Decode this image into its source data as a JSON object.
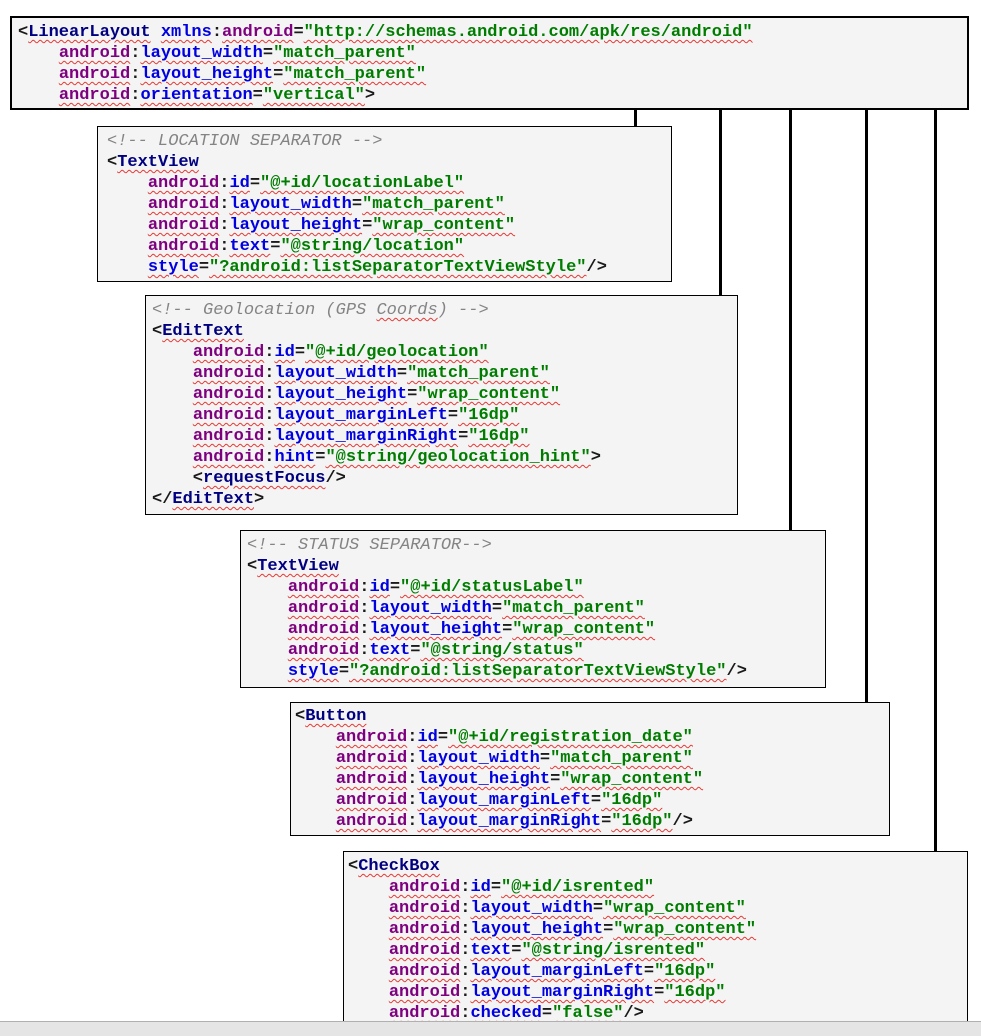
{
  "figure": {
    "colors": {
      "tag": "#000080",
      "namespace_prefix": "#7F007F",
      "attribute_name": "#0000E0",
      "attribute_value": "#007D00",
      "punctuation": "#1A1A1A",
      "comment": "#848484",
      "squiggle": "#E53935",
      "box_background": "#F4F4F4",
      "box_border": "#000000",
      "connector": "#000000",
      "page_background": "#FFFFFF",
      "bottom_strip": "#E5E5E5"
    },
    "boxes": [
      {
        "name": "LinearLayout",
        "lines": [
          [
            [
              "p",
              "<"
            ],
            [
              "t",
              "LinearLayout"
            ],
            [
              "p",
              " "
            ],
            [
              "a",
              "xmlns"
            ],
            [
              "p",
              ":"
            ],
            [
              "n",
              "android"
            ],
            [
              "p",
              "="
            ],
            [
              "v",
              "\"http://schemas.android.com/apk/res/android\""
            ]
          ],
          [
            [
              "p",
              "    "
            ],
            [
              "n",
              "android"
            ],
            [
              "p",
              ":"
            ],
            [
              "a",
              "layout_width"
            ],
            [
              "p",
              "="
            ],
            [
              "v",
              "\"match_parent\""
            ]
          ],
          [
            [
              "p",
              "    "
            ],
            [
              "n",
              "android"
            ],
            [
              "p",
              ":"
            ],
            [
              "a",
              "layout_height"
            ],
            [
              "p",
              "="
            ],
            [
              "v",
              "\"match_parent\""
            ]
          ],
          [
            [
              "p",
              "    "
            ],
            [
              "n",
              "android"
            ],
            [
              "p",
              ":"
            ],
            [
              "a",
              "orientation"
            ],
            [
              "p",
              "="
            ],
            [
              "v",
              "\"vertical\""
            ],
            [
              "p",
              ">"
            ]
          ]
        ]
      },
      {
        "name": "TextView locationLabel",
        "lines": [
          [
            [
              "c",
              "<!-- LOCATION SEPARATOR -->"
            ]
          ],
          [
            [
              "p",
              "<"
            ],
            [
              "t",
              "TextView"
            ]
          ],
          [
            [
              "p",
              "    "
            ],
            [
              "n",
              "android"
            ],
            [
              "p",
              ":"
            ],
            [
              "a",
              "id"
            ],
            [
              "p",
              "="
            ],
            [
              "v",
              "\"@+id/locationLabel\""
            ]
          ],
          [
            [
              "p",
              "    "
            ],
            [
              "n",
              "android"
            ],
            [
              "p",
              ":"
            ],
            [
              "a",
              "layout_width"
            ],
            [
              "p",
              "="
            ],
            [
              "v",
              "\"match_parent\""
            ]
          ],
          [
            [
              "p",
              "    "
            ],
            [
              "n",
              "android"
            ],
            [
              "p",
              ":"
            ],
            [
              "a",
              "layout_height"
            ],
            [
              "p",
              "="
            ],
            [
              "v",
              "\"wrap_content\""
            ]
          ],
          [
            [
              "p",
              "    "
            ],
            [
              "n",
              "android"
            ],
            [
              "p",
              ":"
            ],
            [
              "a",
              "text"
            ],
            [
              "p",
              "="
            ],
            [
              "v",
              "\"@string/location\""
            ]
          ],
          [
            [
              "p",
              "    "
            ],
            [
              "a",
              "style"
            ],
            [
              "p",
              "="
            ],
            [
              "v",
              "\"?android:listSeparatorTextViewStyle\""
            ],
            [
              "p",
              "/>"
            ]
          ]
        ]
      },
      {
        "name": "EditText geolocation",
        "lines": [
          [
            [
              "c",
              "<!-- Geolocation (GPS "
            ],
            [
              "cw",
              "Coords"
            ],
            [
              "c",
              ") -->"
            ]
          ],
          [
            [
              "p",
              "<"
            ],
            [
              "t",
              "EditText"
            ]
          ],
          [
            [
              "p",
              "    "
            ],
            [
              "n",
              "android"
            ],
            [
              "p",
              ":"
            ],
            [
              "a",
              "id"
            ],
            [
              "p",
              "="
            ],
            [
              "v",
              "\"@+id/geolocation\""
            ]
          ],
          [
            [
              "p",
              "    "
            ],
            [
              "n",
              "android"
            ],
            [
              "p",
              ":"
            ],
            [
              "a",
              "layout_width"
            ],
            [
              "p",
              "="
            ],
            [
              "v",
              "\"match_parent\""
            ]
          ],
          [
            [
              "p",
              "    "
            ],
            [
              "n",
              "android"
            ],
            [
              "p",
              ":"
            ],
            [
              "a",
              "layout_height"
            ],
            [
              "p",
              "="
            ],
            [
              "v",
              "\"wrap_content\""
            ]
          ],
          [
            [
              "p",
              "    "
            ],
            [
              "n",
              "android"
            ],
            [
              "p",
              ":"
            ],
            [
              "a",
              "layout_marginLeft"
            ],
            [
              "p",
              "="
            ],
            [
              "v",
              "\"16dp\""
            ]
          ],
          [
            [
              "p",
              "    "
            ],
            [
              "n",
              "android"
            ],
            [
              "p",
              ":"
            ],
            [
              "a",
              "layout_marginRight"
            ],
            [
              "p",
              "="
            ],
            [
              "v",
              "\"16dp\""
            ]
          ],
          [
            [
              "p",
              "    "
            ],
            [
              "n",
              "android"
            ],
            [
              "p",
              ":"
            ],
            [
              "a",
              "hint"
            ],
            [
              "p",
              "="
            ],
            [
              "v",
              "\"@string/geolocation_hint\""
            ],
            [
              "p",
              ">"
            ]
          ],
          [
            [
              "p",
              "    <"
            ],
            [
              "t",
              "requestFocus"
            ],
            [
              "p",
              "/>"
            ]
          ],
          [
            [
              "p",
              "</"
            ],
            [
              "t",
              "EditText"
            ],
            [
              "p",
              ">"
            ]
          ]
        ]
      },
      {
        "name": "TextView statusLabel",
        "lines": [
          [
            [
              "c",
              "<!-- STATUS SEPARATOR-->"
            ]
          ],
          [
            [
              "p",
              "<"
            ],
            [
              "t",
              "TextView"
            ]
          ],
          [
            [
              "p",
              "    "
            ],
            [
              "n",
              "android"
            ],
            [
              "p",
              ":"
            ],
            [
              "a",
              "id"
            ],
            [
              "p",
              "="
            ],
            [
              "v",
              "\"@+id/statusLabel\""
            ]
          ],
          [
            [
              "p",
              "    "
            ],
            [
              "n",
              "android"
            ],
            [
              "p",
              ":"
            ],
            [
              "a",
              "layout_width"
            ],
            [
              "p",
              "="
            ],
            [
              "v",
              "\"match_parent\""
            ]
          ],
          [
            [
              "p",
              "    "
            ],
            [
              "n",
              "android"
            ],
            [
              "p",
              ":"
            ],
            [
              "a",
              "layout_height"
            ],
            [
              "p",
              "="
            ],
            [
              "v",
              "\"wrap_content\""
            ]
          ],
          [
            [
              "p",
              "    "
            ],
            [
              "n",
              "android"
            ],
            [
              "p",
              ":"
            ],
            [
              "a",
              "text"
            ],
            [
              "p",
              "="
            ],
            [
              "v",
              "\"@string/status\""
            ]
          ],
          [
            [
              "p",
              "    "
            ],
            [
              "a",
              "style"
            ],
            [
              "p",
              "="
            ],
            [
              "v",
              "\"?android:listSeparatorTextViewStyle\""
            ],
            [
              "p",
              "/>"
            ]
          ]
        ]
      },
      {
        "name": "Button registration_date",
        "lines": [
          [
            [
              "p",
              "<"
            ],
            [
              "t",
              "Button"
            ]
          ],
          [
            [
              "p",
              "    "
            ],
            [
              "n",
              "android"
            ],
            [
              "p",
              ":"
            ],
            [
              "a",
              "id"
            ],
            [
              "p",
              "="
            ],
            [
              "v",
              "\"@+id/registration_date\""
            ]
          ],
          [
            [
              "p",
              "    "
            ],
            [
              "n",
              "android"
            ],
            [
              "p",
              ":"
            ],
            [
              "a",
              "layout_width"
            ],
            [
              "p",
              "="
            ],
            [
              "v",
              "\"match_parent\""
            ]
          ],
          [
            [
              "p",
              "    "
            ],
            [
              "n",
              "android"
            ],
            [
              "p",
              ":"
            ],
            [
              "a",
              "layout_height"
            ],
            [
              "p",
              "="
            ],
            [
              "v",
              "\"wrap_content\""
            ]
          ],
          [
            [
              "p",
              "    "
            ],
            [
              "n",
              "android"
            ],
            [
              "p",
              ":"
            ],
            [
              "a",
              "layout_marginLeft"
            ],
            [
              "p",
              "="
            ],
            [
              "v",
              "\"16dp\""
            ]
          ],
          [
            [
              "p",
              "    "
            ],
            [
              "n",
              "android"
            ],
            [
              "p",
              ":"
            ],
            [
              "a",
              "layout_marginRight"
            ],
            [
              "p",
              "="
            ],
            [
              "v",
              "\"16dp\""
            ],
            [
              "p",
              "/>"
            ]
          ]
        ]
      },
      {
        "name": "CheckBox isrented",
        "lines": [
          [
            [
              "p",
              "<"
            ],
            [
              "t",
              "CheckBox"
            ]
          ],
          [
            [
              "p",
              "    "
            ],
            [
              "n",
              "android"
            ],
            [
              "p",
              ":"
            ],
            [
              "a",
              "id"
            ],
            [
              "p",
              "="
            ],
            [
              "v",
              "\"@+id/isrented\""
            ]
          ],
          [
            [
              "p",
              "    "
            ],
            [
              "n",
              "android"
            ],
            [
              "p",
              ":"
            ],
            [
              "a",
              "layout_width"
            ],
            [
              "p",
              "="
            ],
            [
              "v",
              "\"wrap_content\""
            ]
          ],
          [
            [
              "p",
              "    "
            ],
            [
              "n",
              "android"
            ],
            [
              "p",
              ":"
            ],
            [
              "a",
              "layout_height"
            ],
            [
              "p",
              "="
            ],
            [
              "v",
              "\"wrap_content\""
            ]
          ],
          [
            [
              "p",
              "    "
            ],
            [
              "n",
              "android"
            ],
            [
              "p",
              ":"
            ],
            [
              "a",
              "text"
            ],
            [
              "p",
              "="
            ],
            [
              "v",
              "\"@string/isrented\""
            ]
          ],
          [
            [
              "p",
              "    "
            ],
            [
              "n",
              "android"
            ],
            [
              "p",
              ":"
            ],
            [
              "a",
              "layout_marginLeft"
            ],
            [
              "p",
              "="
            ],
            [
              "v",
              "\"16dp\""
            ]
          ],
          [
            [
              "p",
              "    "
            ],
            [
              "n",
              "android"
            ],
            [
              "p",
              ":"
            ],
            [
              "a",
              "layout_marginRight"
            ],
            [
              "p",
              "="
            ],
            [
              "v",
              "\"16dp\""
            ]
          ],
          [
            [
              "p",
              "    "
            ],
            [
              "n",
              "android"
            ],
            [
              "p",
              ":"
            ],
            [
              "a",
              "checked"
            ],
            [
              "p",
              "="
            ],
            [
              "v",
              "\"false\""
            ],
            [
              "p",
              "/>"
            ]
          ]
        ]
      }
    ]
  }
}
